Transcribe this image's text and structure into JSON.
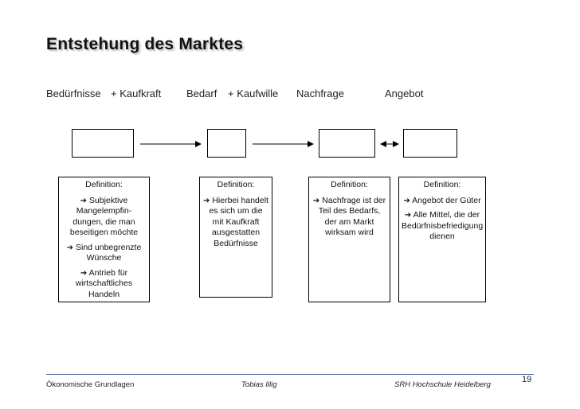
{
  "slide": {
    "title": "Entstehung des Marktes",
    "terms": {
      "beduerfnisse": "Bedürfnisse",
      "kaufkraft": "+ Kaufkraft",
      "bedarf": "Bedarf",
      "kaufwille": "+ Kaufwille",
      "nachfrage": "Nachfrage",
      "angebot": "Angebot"
    },
    "definitions": [
      {
        "head": "Definition:",
        "items": [
          "Subjektive Mangelempfin-dungen, die man beseitigen möchte",
          "Sind unbegrenzte Wünsche",
          "Antrieb für wirtschaftliches Handeln"
        ]
      },
      {
        "head": "Definition:",
        "items": [
          "Hierbei handelt es sich um die mit Kaufkraft ausgestatten Bedürfnisse"
        ]
      },
      {
        "head": "Definition:",
        "items": [
          "Nachfrage ist der Teil des Bedarfs, der am Markt wirksam wird"
        ]
      },
      {
        "head": "Definition:",
        "items": [
          "Angebot der Güter",
          "Alle Mittel, die der Bedürfnisbefriedigung dienen"
        ]
      }
    ],
    "arrow_glyph": "➔"
  },
  "footer": {
    "left": "Ökonomische Grundlagen",
    "center": "Tobias Illig",
    "right": "SRH Hochschule Heidelberg",
    "page": "19",
    "line_color": "#4a6fa5"
  }
}
